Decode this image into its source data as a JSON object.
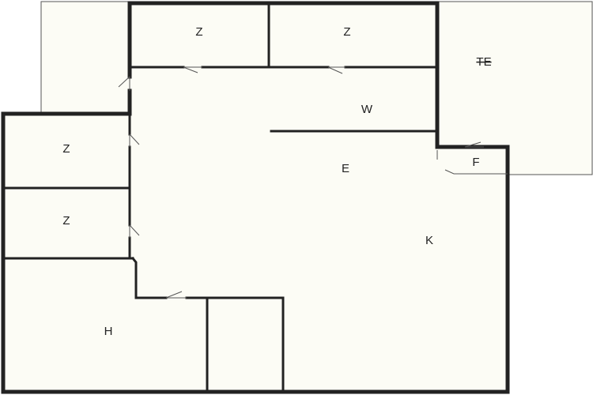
{
  "floorplan": {
    "colors": {
      "background": "#ffffff",
      "floor": "#fcfcf5",
      "wall": "#222222",
      "door": "#555555"
    },
    "rooms": {
      "z_top_left": "Z",
      "z_top_right": "Z",
      "te": "TE",
      "w": "W",
      "z_left_upper": "Z",
      "z_left_lower": "Z",
      "e": "E",
      "f": "F",
      "k": "K",
      "h": "H"
    }
  }
}
